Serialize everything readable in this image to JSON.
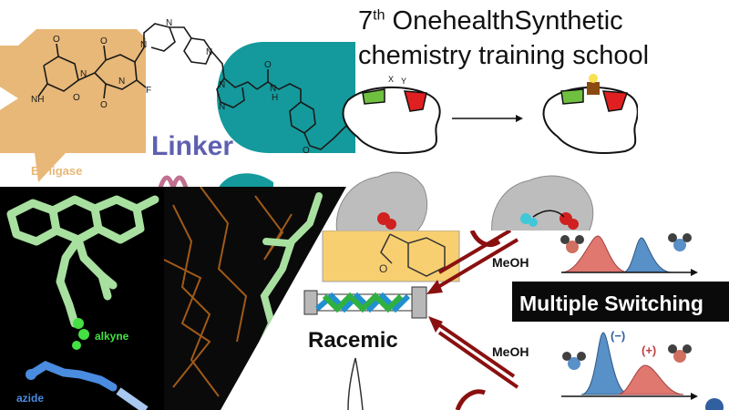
{
  "title": {
    "ordinal_number": "7",
    "ordinal_suffix": "th",
    "line1_rest": " OnehealthSynthetic",
    "line2": "chemistry training school"
  },
  "protac_panel": {
    "linker_label": "Linker",
    "e3_label": "E3 ligase",
    "atoms": [
      "O",
      "NH",
      "O",
      "O",
      "N",
      "O",
      "N",
      "N",
      "N",
      "N",
      "F",
      "O",
      "N",
      "N",
      "H",
      "N",
      "O"
    ]
  },
  "click_panel": {
    "alkyne_label": "alkyne",
    "azide_label": "azide"
  },
  "enzyme_panel": {
    "x_label": "X",
    "y_label": "Y"
  },
  "switching_panel": {
    "banner": "Multiple Switching",
    "racemic_label": "Racemic",
    "meoh_top": "MeOH",
    "meoh_bottom": "MeOH",
    "minus_label": "(−)",
    "plus_label": "(+)",
    "methoxy_label": "O"
  },
  "colors": {
    "tan": "#e8b878",
    "teal": "#149a9c",
    "linker_purple": "#6060b0",
    "skeleton_green": "#a8e0a0",
    "azide_blue": "#4a8ce0",
    "dark_red": "#9a1818",
    "peak_red": "#e07870",
    "peak_blue": "#5890c8",
    "yellow_box": "#f8cf70"
  }
}
